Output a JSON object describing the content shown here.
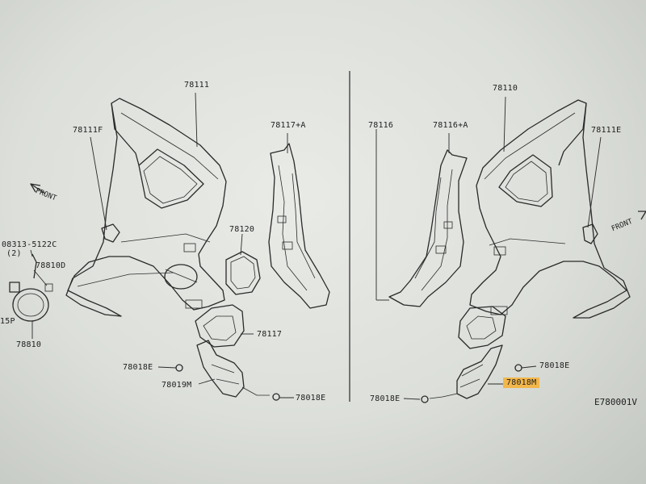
{
  "diagram": {
    "left": {
      "labels": {
        "p78111": "78111",
        "p78111F": "78111F",
        "p78117A": "78117+A",
        "p08313": "08313-5122C",
        "p08313_qty": "(2)",
        "p78810D": "78810D",
        "p78120": "78120",
        "p15P": "15P",
        "p78810": "78810",
        "p78117": "78117",
        "p78018E_a": "78018E",
        "p78019M": "78019M",
        "p78018E_b": "78018E"
      },
      "front_arrow": "FRONT"
    },
    "right": {
      "labels": {
        "p78110": "78110",
        "p78116": "78116",
        "p78116A": "78116+A",
        "p78111E": "78111E",
        "p78018E_a": "78018E",
        "p78018M": "78018M",
        "p78018E_b": "78018E"
      },
      "front_arrow": "FRONT"
    },
    "figure_code": "E780001V",
    "highlight_color": "#f2b64a"
  }
}
